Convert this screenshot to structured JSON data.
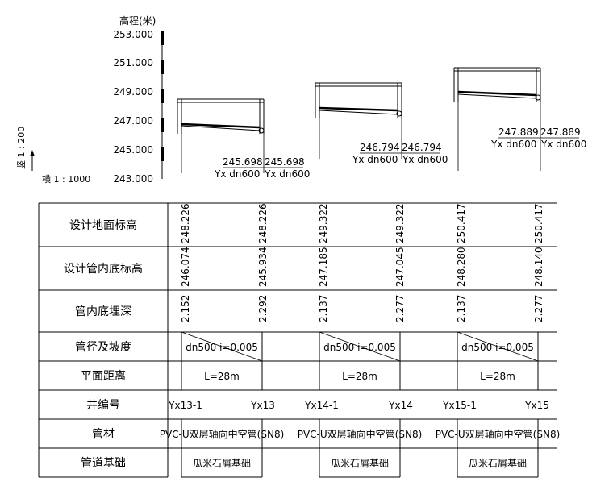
{
  "elevation_axis": {
    "title": "高程(米)",
    "ticks": [
      "253.000",
      "251.000",
      "249.000",
      "247.000",
      "245.000",
      "243.000"
    ],
    "vertical_scale": "竖 1 : 200",
    "horizontal_scale": "横 1 : 1000"
  },
  "profile_labels": [
    {
      "elev_left": "245.698",
      "elev_right": "245.698",
      "pipe_left": "Yx dn600",
      "pipe_right": "Yx dn600"
    },
    {
      "elev_left": "246.794",
      "elev_right": "246.794",
      "pipe_left": "Yx dn600",
      "pipe_right": "Yx dn600"
    },
    {
      "elev_left": "247.889",
      "elev_right": "247.889",
      "pipe_left": "Yx dn600",
      "pipe_right": "Yx dn600"
    }
  ],
  "table": {
    "row_headers": [
      "设计地面标高",
      "设计管内底标高",
      "管内底埋深",
      "管径及坡度",
      "平面距离",
      "井编号",
      "管材",
      "管道基础"
    ],
    "ground_elevation": [
      "248.226",
      "248.226",
      "249.322",
      "249.322",
      "250.417",
      "250.417"
    ],
    "invert_elevation": [
      "246.074",
      "245.934",
      "247.185",
      "247.045",
      "248.280",
      "248.140"
    ],
    "invert_depth": [
      "2.152",
      "2.292",
      "2.137",
      "2.277",
      "2.137",
      "2.277"
    ],
    "segments": [
      {
        "diameter_slope": "dn500  i=0.005",
        "distance": "L=28m",
        "well_start": "Yx13-1",
        "well_end": "Yx13",
        "material": "PVC-U双层轴向中空管(SN8)",
        "foundation": "瓜米石屑基础"
      },
      {
        "diameter_slope": "dn500  i=0.005",
        "distance": "L=28m",
        "well_start": "Yx14-1",
        "well_end": "Yx14",
        "material": "PVC-U双层轴向中空管(SN8)",
        "foundation": "瓜米石屑基础"
      },
      {
        "diameter_slope": "dn500  i=0.005",
        "distance": "L=28m",
        "well_start": "Yx15-1",
        "well_end": "Yx15",
        "material": "PVC-U双层轴向中空管(SN8)",
        "foundation": "瓜米石屑基础"
      }
    ]
  }
}
